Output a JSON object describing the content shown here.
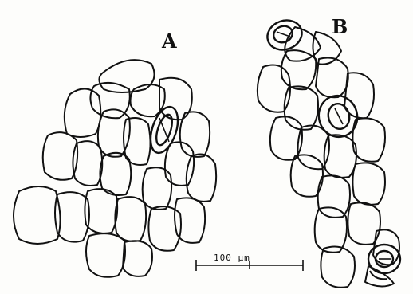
{
  "figure": {
    "panel_a_label": "A",
    "panel_b_label": "B",
    "scale_bar_label": "100 µm"
  },
  "colors": {
    "ink": "#111111",
    "paper": "#fdfdfb"
  }
}
